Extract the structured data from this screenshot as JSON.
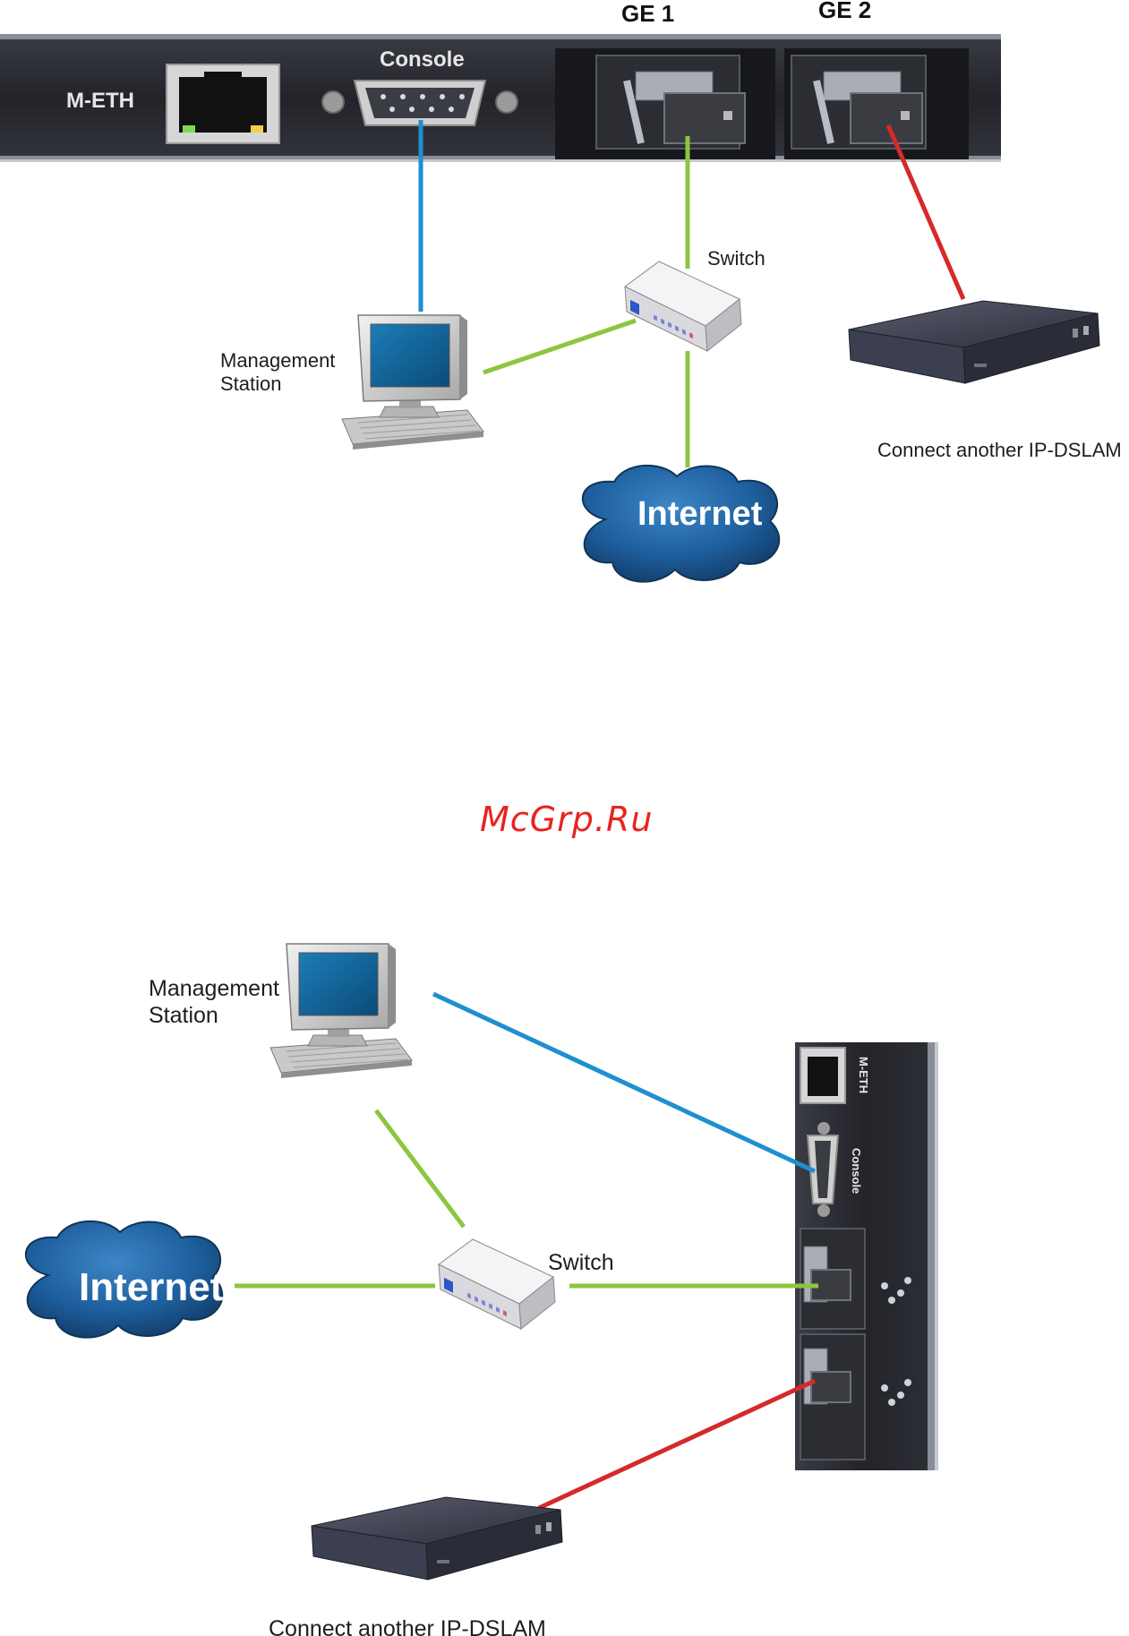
{
  "top_diagram": {
    "ports": {
      "meth": "M-ETH",
      "console": "Console",
      "ge1": "GE 1",
      "ge2": "GE 2"
    },
    "switch_label": "Switch",
    "station_label_line1": "Management",
    "station_label_line2": "Station",
    "internet_label": "Internet",
    "dslam_label": "Connect another IP-DSLAM"
  },
  "watermark": "McGrp.Ru",
  "bottom_diagram": {
    "station_label_line1": "Management",
    "station_label_line2": "Station",
    "switch_label": "Switch",
    "internet_label": "Internet",
    "dslam_label": "Connect another IP-DSLAM",
    "ports": {
      "meth": "M-ETH",
      "console": "Console"
    }
  },
  "colors": {
    "console_cable": "#1f8fd0",
    "ethernet_cable": "#8cc63f",
    "ge2_cable": "#d42a2a",
    "internet_cloud": "#1e5f9e",
    "chassis": "#26272d"
  }
}
